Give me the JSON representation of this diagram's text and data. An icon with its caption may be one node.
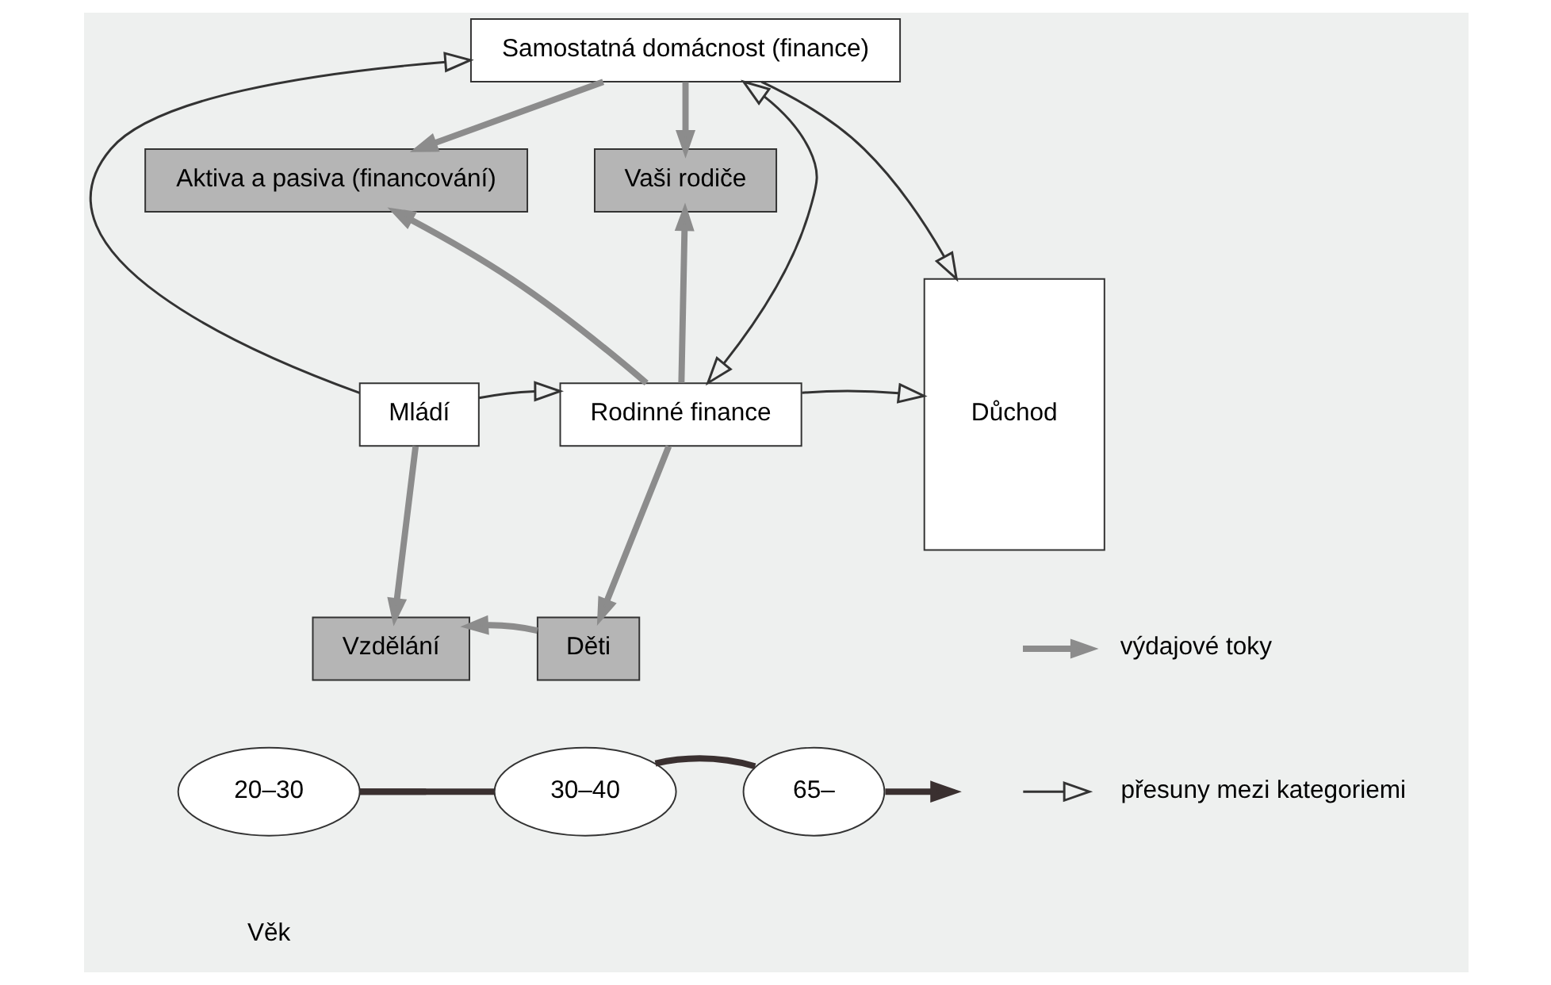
{
  "diagram": {
    "nodes": [
      {
        "text": [
          "Samostatná domácnost (finance)"
        ]
      },
      {
        "text": [
          "Aktiva a pasiva (financování)"
        ]
      },
      {
        "text": [
          "Vaši rodiče"
        ]
      },
      {
        "text": [
          "Důchod"
        ]
      },
      {
        "text": [
          "Mládí"
        ]
      },
      {
        "text": [
          "Rodinné finance"
        ]
      },
      {
        "text": [
          "Vzdělání"
        ]
      },
      {
        "text": [
          "Děti"
        ]
      },
      {
        "text": [
          "20–30"
        ]
      },
      {
        "text": [
          "30–40"
        ]
      },
      {
        "text": [
          "65–"
        ]
      }
    ],
    "edges": [
      {
        "from": 4,
        "to": 0,
        "arrow": "to",
        "color": "#333333"
      },
      {
        "from": 0,
        "to": 3,
        "arrow": "to",
        "color": "#333333"
      },
      {
        "from": 0,
        "to": 5,
        "arrow": "both",
        "color": "#333333"
      },
      {
        "from": 0,
        "to": 1,
        "arrow": "to"
      },
      {
        "from": 0,
        "to": 2,
        "arrow": "to"
      },
      {
        "from": 5,
        "to": 1,
        "arrow": "to"
      },
      {
        "from": 5,
        "to": 2,
        "arrow": "to"
      },
      {
        "from": 4,
        "to": 5,
        "arrow": "to",
        "color": "#333333"
      },
      {
        "from": 5,
        "to": 3,
        "arrow": "to",
        "color": "#333333"
      },
      {
        "from": 4,
        "to": 6,
        "arrow": "to"
      },
      {
        "from": 5,
        "to": 7,
        "arrow": "to"
      },
      {
        "from": 7,
        "to": 6,
        "arrow": "to"
      },
      {
        "from": null,
        "to": 8,
        "arrow": "none",
        "color": "#3a3030"
      },
      {
        "from": 8,
        "to": 9,
        "arrow": "none",
        "color": "#3a3030"
      },
      {
        "from": 9,
        "to": 10,
        "arrow": "none",
        "color": "#3a3030"
      },
      {
        "from": 10,
        "to": null,
        "arrow": "to",
        "color": "#3a3030"
      }
    ],
    "labels": [
      "Věk"
    ],
    "legend": [
      {
        "text": "výdajové toky"
      },
      {
        "text": "přesuny mezi kategoriemi"
      }
    ]
  }
}
